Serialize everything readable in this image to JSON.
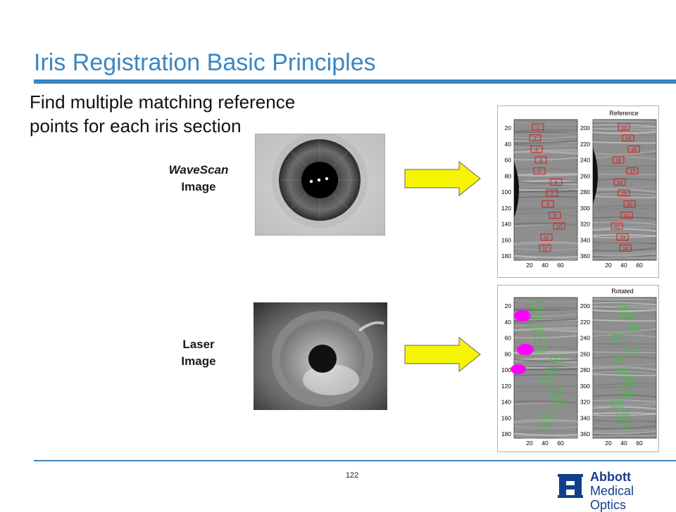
{
  "slide": {
    "title": "Iris Registration Basic Principles",
    "subtitle_line1": "Find multiple matching reference",
    "subtitle_line2": "points for each iris section",
    "page_number": "122"
  },
  "labels": {
    "wavescan_line1": "WaveScan",
    "wavescan_line2": "Image",
    "laser_line1": "Laser",
    "laser_line2": "Image"
  },
  "figures": {
    "reference": {
      "title": "Reference",
      "left_yticks": [
        "20",
        "40",
        "60",
        "80",
        "100",
        "120",
        "140",
        "160",
        "180"
      ],
      "right_yticks": [
        "200",
        "220",
        "240",
        "260",
        "280",
        "300",
        "320",
        "340",
        "360"
      ],
      "xticks": [
        "20",
        "40",
        "60"
      ],
      "left_markers": [
        "1",
        "2",
        "3",
        "4",
        "5",
        "6",
        "7",
        "8",
        "9",
        "10",
        "11",
        "12"
      ],
      "right_markers": [
        "13",
        "14",
        "15",
        "16",
        "17",
        "18",
        "19",
        "20",
        "21",
        "22",
        "23",
        "24"
      ],
      "marker_color": "#e01010"
    },
    "rotated": {
      "title": "Rotated",
      "left_yticks": [
        "20",
        "40",
        "60",
        "80",
        "100",
        "120",
        "140",
        "160",
        "180"
      ],
      "right_yticks": [
        "200",
        "220",
        "240",
        "260",
        "280",
        "300",
        "320",
        "340",
        "360"
      ],
      "xticks": [
        "20",
        "40",
        "60"
      ],
      "left_markers": [
        "1",
        "2",
        "3",
        "4",
        "5",
        "6",
        "7",
        "8",
        "9",
        "10",
        "11",
        "12"
      ],
      "right_markers": [
        "13",
        "14",
        "15",
        "16",
        "17",
        "18",
        "19",
        "20",
        "21",
        "22",
        "23",
        "24"
      ],
      "marker_color": "#2ecc2e",
      "highlight_color": "#ff00ff"
    }
  },
  "logo": {
    "line1": "Abbott",
    "line2": "Medical Optics"
  },
  "colors": {
    "accent": "#3a86c2",
    "arrow_fill": "#f5f500",
    "logo_blue": "#123f8c"
  }
}
